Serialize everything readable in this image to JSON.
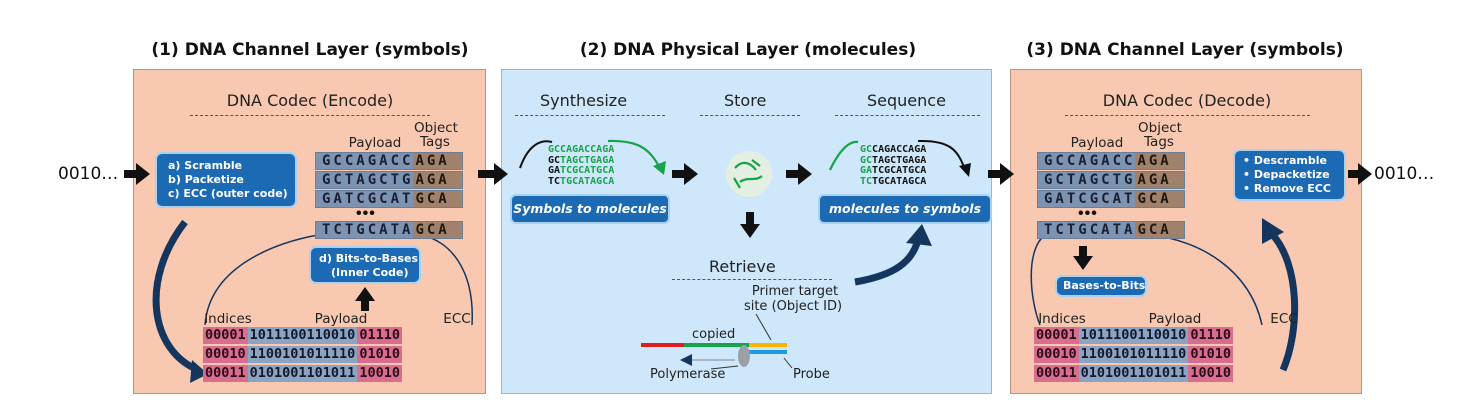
{
  "sections": {
    "s1_title": "(1) DNA Channel Layer (symbols)",
    "s2_title": "(2) DNA Physical Layer (molecules)",
    "s3_title": "(3) DNA Channel Layer (symbols)"
  },
  "io": {
    "input": "0010…",
    "output": "0010…"
  },
  "encode": {
    "title": "DNA Codec (Encode)",
    "steps": [
      "a) Scramble",
      "b) Packetize",
      "c) ECC  (outer code)"
    ],
    "inner": [
      "d) Bits-to-Bases",
      "(Inner Code)"
    ],
    "payload_hdr": "Payload",
    "tags_hdr": [
      "Object",
      "Tags"
    ],
    "strands": [
      {
        "payload": "GCCAGACC",
        "tag": "AGA"
      },
      {
        "payload": "GCTAGCTG",
        "tag": "AGA"
      },
      {
        "payload": "GATCGCAT",
        "tag": "GCA"
      }
    ],
    "dots": "•••",
    "last_strand": {
      "payload": "TCTGCATA",
      "tag": "GCA"
    },
    "bits_headers": {
      "indices": "Indices",
      "payload": "Payload",
      "ecc": "ECC"
    },
    "bits": [
      {
        "ix": "00001",
        "py": "1011100110010",
        "ec": "01110"
      },
      {
        "ix": "00010",
        "py": "1100101011110",
        "ec": "01010"
      },
      {
        "ix": "00011",
        "py": "0101001101011",
        "ec": "10010"
      }
    ]
  },
  "physical": {
    "synth_label": "Synthesize",
    "store_label": "Store",
    "seq_label": "Sequence",
    "retrieve_label": "Retrieve",
    "synth_box": "Symbols to molecules",
    "seq_box": "molecules to symbols",
    "oligos": [
      {
        "g": "GC",
        "k": "CAGACCAGA"
      },
      {
        "g": "GC",
        "k": "TAGCTGAGA"
      },
      {
        "g": "GA",
        "k": "TCGCATGCA"
      },
      {
        "g": "TC",
        "k": "TGCATAGCA"
      }
    ],
    "primer_label": [
      "Primer target",
      "site (Object ID)"
    ],
    "copied_label": "copied",
    "polymerase_label": "Polymerase",
    "probe_label": "Probe"
  },
  "decode": {
    "title": "DNA Codec (Decode)",
    "payload_hdr": "Payload",
    "tags_hdr": [
      "Object",
      "Tags"
    ],
    "steps": [
      "• Descramble",
      "• Depacketize",
      "• Remove ECC"
    ],
    "bases_to_bits": "Bases-to-Bits"
  },
  "colors": {
    "orange_panel": "#f8c8b1",
    "blue_panel": "#cfe7fa",
    "step_box": "#1c69b4",
    "payload_cell": "#7d93b2",
    "tag_cell": "#a0816c",
    "index_cell": "#d86d8f",
    "oligo_green": "#16a34a"
  }
}
